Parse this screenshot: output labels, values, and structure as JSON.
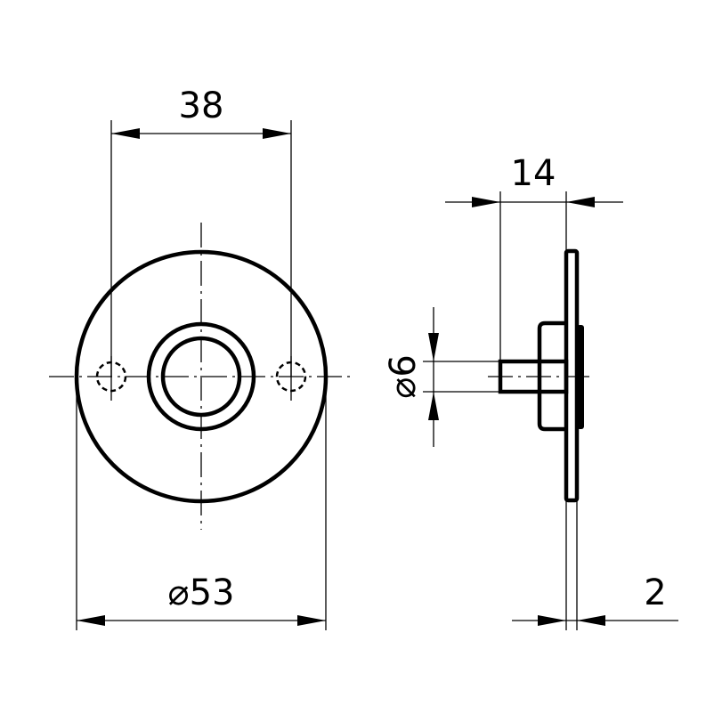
{
  "drawing": {
    "dimensions": {
      "hole_spacing": "38",
      "outer_diameter": "⌀53",
      "depth": "14",
      "pin_diameter": "⌀6",
      "plate_thickness": "2"
    },
    "line_color": "#000000",
    "background": "#ffffff"
  }
}
